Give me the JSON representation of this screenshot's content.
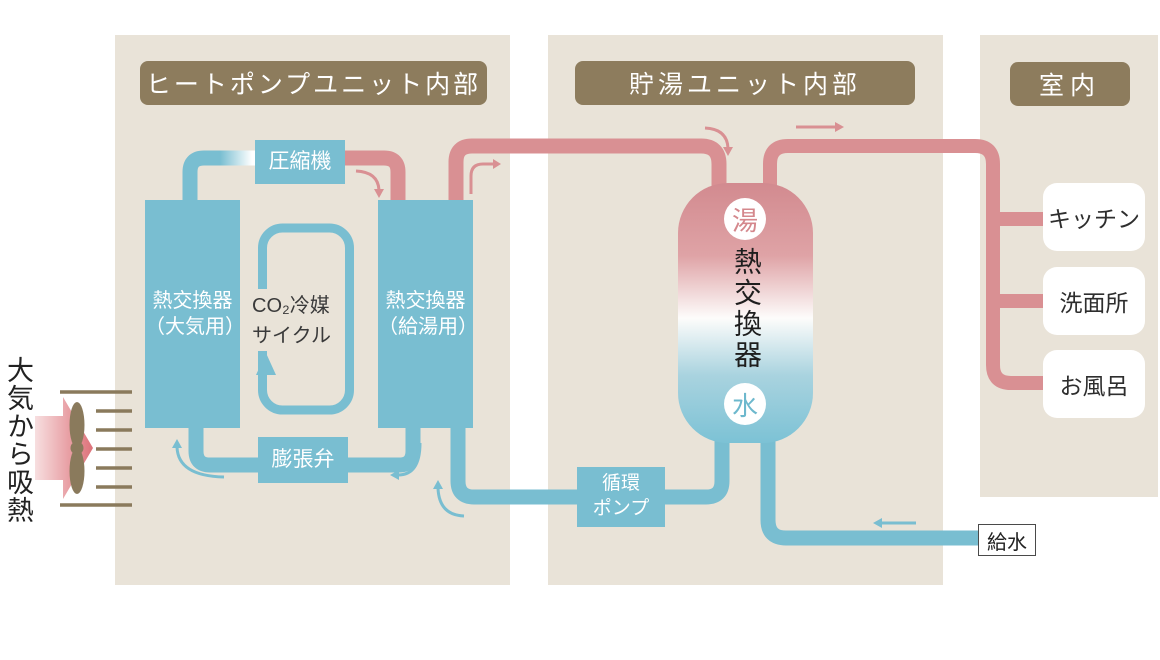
{
  "colors": {
    "panel_bg": "#e9e3d8",
    "badge_brown": "#8d7c5d",
    "pipe_blue": "#79bed1",
    "pipe_pink": "#d99093",
    "tank_top_pink": "#d28a8f",
    "tank_bottom_blue": "#7cc2d5",
    "fan_brown": "#8a7a5c",
    "dark_text": "#2e2e2e"
  },
  "panels": {
    "heat_pump": {
      "title": "ヒートポンプユニット内部"
    },
    "storage": {
      "title": "貯湯ユニット内部"
    },
    "indoor": {
      "title": "室内"
    }
  },
  "heat_pump": {
    "compressor_label": "圧縮機",
    "hx_air": {
      "line1": "熱交換器",
      "line2": "（大気用）"
    },
    "hx_supply": {
      "line1": "熱交換器",
      "line2": "（給湯用）"
    },
    "co2_cycle": {
      "line1": "CO₂冷媒",
      "line2": "サイクル"
    },
    "expansion_valve_label": "膨張弁",
    "air_heat_label": "大気から吸熱"
  },
  "storage": {
    "tank_label": "熱交換器",
    "hot_badge": "湯",
    "water_badge": "水",
    "pump": {
      "line1": "循環",
      "line2": "ポンプ"
    },
    "water_supply_label": "給水"
  },
  "indoor": {
    "outlets": [
      "キッチン",
      "洗面所",
      "お風呂"
    ]
  }
}
